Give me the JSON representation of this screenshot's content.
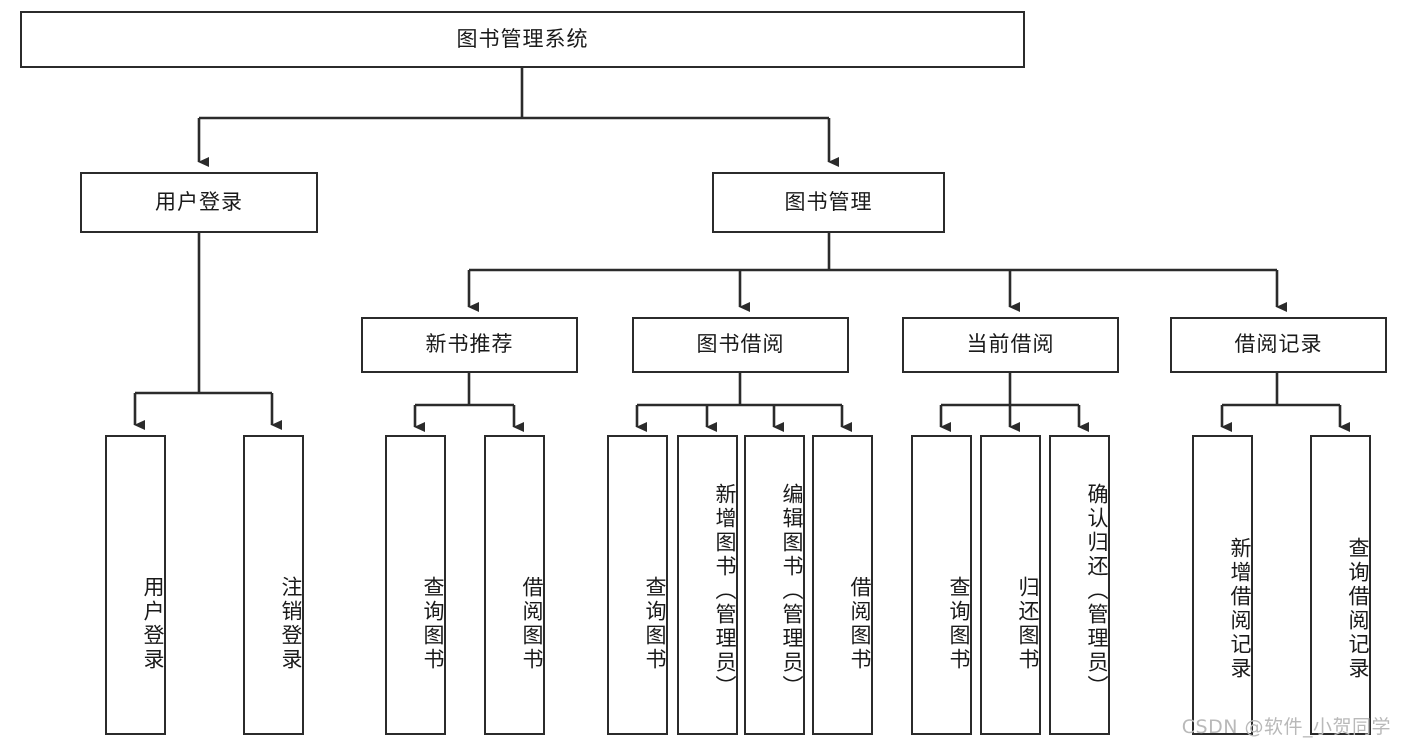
{
  "diagram": {
    "title": "图书管理系统",
    "type": "hierarchy-tree",
    "watermark": "CSDN @软件_小贺同学",
    "colors": {
      "box_border": "#2b2b2b",
      "box_fill": "#ffffff",
      "connector": "#2b2b2b",
      "text": "#1a1a1a",
      "watermark": "#b9b9b9"
    },
    "levels": {
      "root": {
        "label": "图书管理系统"
      },
      "level2": [
        {
          "id": "user-login",
          "label": "用户登录"
        },
        {
          "id": "book-manage",
          "label": "图书管理"
        }
      ],
      "level3": [
        {
          "id": "new-book-recommend",
          "label": "新书推荐",
          "parent": "book-manage"
        },
        {
          "id": "book-borrow",
          "label": "图书借阅",
          "parent": "book-manage"
        },
        {
          "id": "current-borrow",
          "label": "当前借阅",
          "parent": "book-manage"
        },
        {
          "id": "borrow-record",
          "label": "借阅记录",
          "parent": "book-manage"
        }
      ],
      "level4": [
        {
          "id": "leaf-user-login",
          "label": "用户登录",
          "parent": "user-login"
        },
        {
          "id": "leaf-logout-login",
          "label": "注销登录",
          "parent": "user-login"
        },
        {
          "id": "leaf-query-book-1",
          "label": "查询图书",
          "parent": "new-book-recommend"
        },
        {
          "id": "leaf-borrow-book-1",
          "label": "借阅图书",
          "parent": "new-book-recommend"
        },
        {
          "id": "leaf-query-book-2",
          "label": "查询图书",
          "parent": "book-borrow"
        },
        {
          "id": "leaf-add-book",
          "label": "新增图书（管理员）",
          "parent": "book-borrow"
        },
        {
          "id": "leaf-edit-book",
          "label": "编辑图书（管理员）",
          "parent": "book-borrow"
        },
        {
          "id": "leaf-borrow-book-2",
          "label": "借阅图书",
          "parent": "book-borrow"
        },
        {
          "id": "leaf-query-book-3",
          "label": "查询图书",
          "parent": "current-borrow"
        },
        {
          "id": "leaf-return-book",
          "label": "归还图书",
          "parent": "current-borrow"
        },
        {
          "id": "leaf-confirm-return",
          "label": "确认归还（管理员）",
          "parent": "current-borrow"
        },
        {
          "id": "leaf-add-record",
          "label": "新增借阅记录",
          "parent": "borrow-record"
        },
        {
          "id": "leaf-query-record",
          "label": "查询借阅记录",
          "parent": "borrow-record"
        }
      ]
    }
  }
}
